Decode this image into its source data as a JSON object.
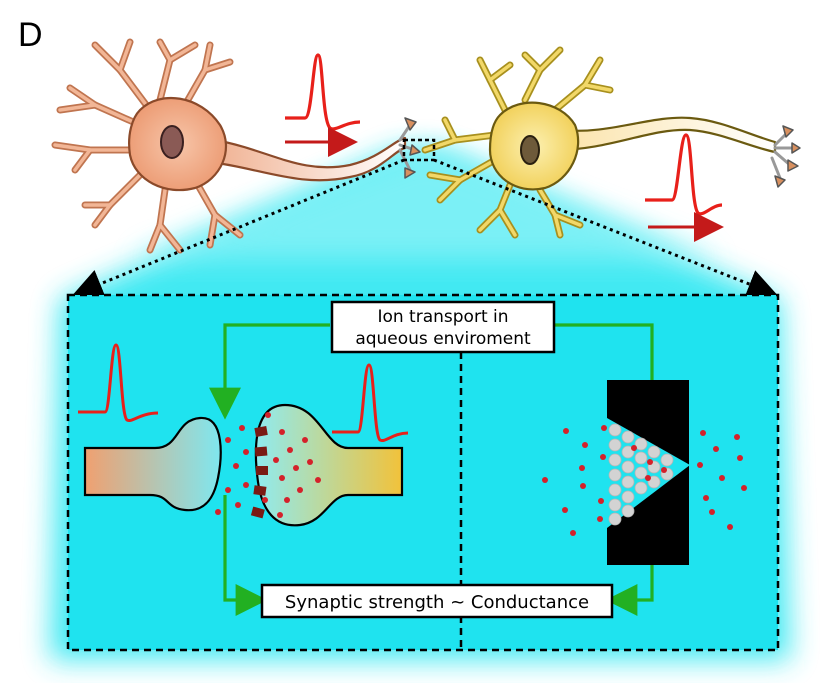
{
  "panel": {
    "letter": "D"
  },
  "labels": {
    "ion_transport_line1": "Ion transport in",
    "ion_transport_line2": "aqueous enviroment",
    "synaptic_strength": "Synaptic strength ~ Conductance"
  },
  "colors": {
    "background_glow": "#2ee6f0",
    "panel_fill": "#1fe3ef",
    "spike": "#e8201a",
    "arrow_green": "#22b022",
    "presynaptic_neuron": "#e8a37c",
    "postsynaptic_neuron": "#f2d060",
    "ions": "#d4212a",
    "vesicle_gray": "#d3d3d3"
  }
}
